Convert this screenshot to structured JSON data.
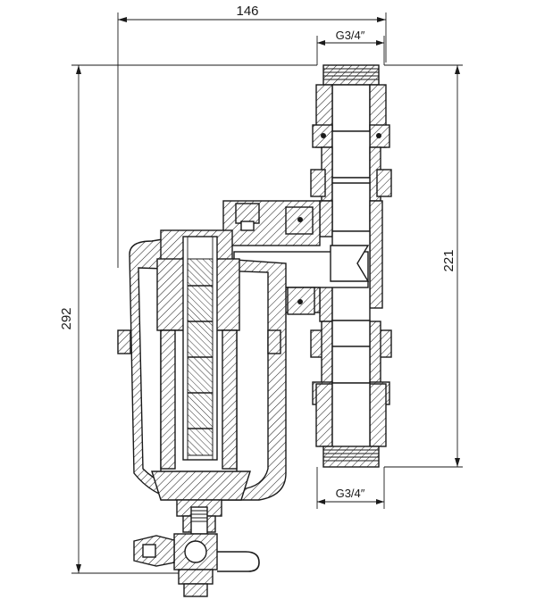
{
  "dimensions": {
    "overall_width": "146",
    "overall_height": "292",
    "port_spacing": "221",
    "thread_top": "G3/4″",
    "thread_bottom": "G3/4″"
  },
  "colors": {
    "line": "#1a1a1a",
    "background": "#ffffff"
  }
}
